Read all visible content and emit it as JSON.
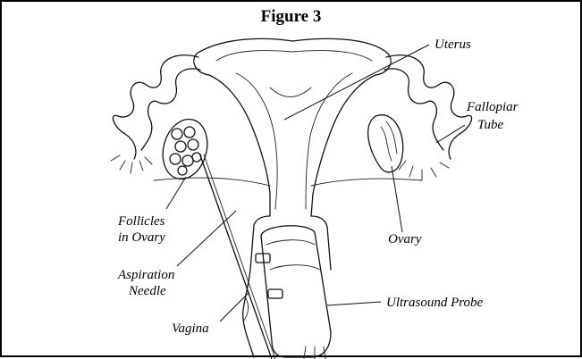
{
  "figure": {
    "title": "Figure 3",
    "labels": {
      "uterus": "Uterus",
      "fallopian_line1": "Fallopiar",
      "fallopian_line2": "Tube",
      "follicles_line1": "Follicles",
      "follicles_line2": "in Ovary",
      "ovary": "Ovary",
      "aspiration_line1": "Aspiration",
      "aspiration_line2": "Needle",
      "vagina": "Vagina",
      "probe": "Ultrasound Probe"
    }
  }
}
